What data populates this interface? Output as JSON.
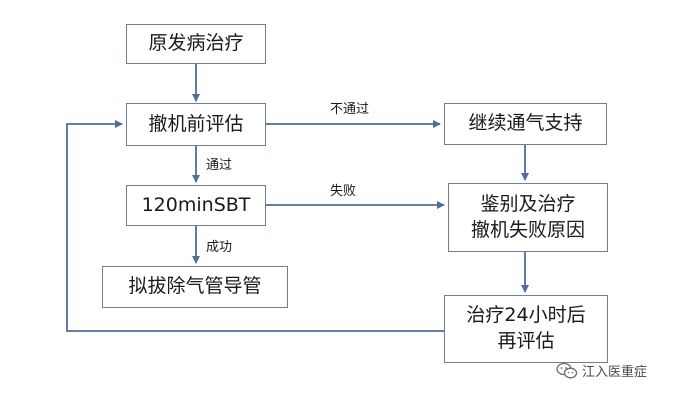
{
  "nodes": {
    "primary_treatment": "原发病治疗",
    "pre_weaning_eval": "撤机前评估",
    "continue_ventilation": "继续通气支持",
    "sbt": "120minSBT",
    "identify_treat_line1": "鉴别及治疗",
    "identify_treat_line2": "撤机失败原因",
    "plan_extubation": "拟拔除气管导管",
    "reeval_line1": "治疗24小时后",
    "reeval_line2": "再评估"
  },
  "edges": {
    "not_passed": "不通过",
    "passed": "通过",
    "failed": "失败",
    "success": "成功"
  },
  "watermark": {
    "text": "江入医重症",
    "icon": "wechat-bubbles-icon"
  },
  "colors": {
    "line": "#4d6f9b",
    "border": "#6f7f99",
    "text": "#1a1a1a"
  }
}
